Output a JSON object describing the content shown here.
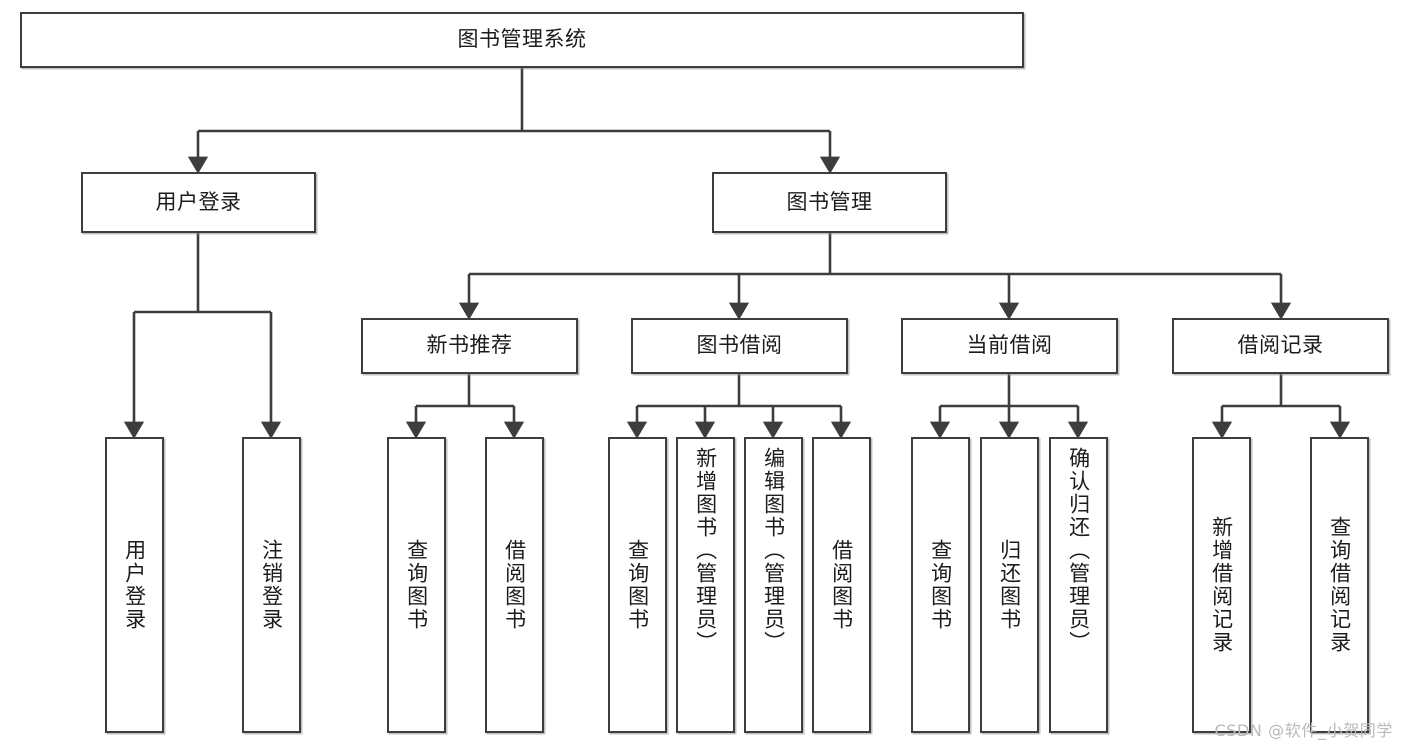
{
  "diagram": {
    "type": "tree-hierarchy-chart",
    "title": "图书管理系统",
    "stroke_color": "#3d3d3d",
    "fill_color": "#ffffff",
    "text_color": "#1c1c1c",
    "levels": [
      {
        "level": 1,
        "nodes": [
          {
            "id": "root",
            "label": "图书管理系统",
            "orientation": "horizontal"
          }
        ]
      },
      {
        "level": 2,
        "nodes": [
          {
            "id": "login",
            "label": "用户登录",
            "orientation": "horizontal",
            "parent": "root"
          },
          {
            "id": "bookmgmt",
            "label": "图书管理",
            "orientation": "horizontal",
            "parent": "root"
          }
        ]
      },
      {
        "level": 3,
        "nodes": [
          {
            "id": "newbook",
            "label": "新书推荐",
            "orientation": "horizontal",
            "parent": "bookmgmt"
          },
          {
            "id": "borrow",
            "label": "图书借阅",
            "orientation": "horizontal",
            "parent": "bookmgmt"
          },
          {
            "id": "current",
            "label": "当前借阅",
            "orientation": "horizontal",
            "parent": "bookmgmt"
          },
          {
            "id": "records",
            "label": "借阅记录",
            "orientation": "horizontal",
            "parent": "bookmgmt"
          }
        ]
      },
      {
        "level": 4,
        "nodes": [
          {
            "id": "leaf1",
            "label": "用户登录",
            "orientation": "vertical",
            "parent": "login"
          },
          {
            "id": "leaf2",
            "label": "注销登录",
            "orientation": "vertical",
            "parent": "login"
          },
          {
            "id": "leaf3",
            "label": "查询图书",
            "orientation": "vertical",
            "parent": "newbook"
          },
          {
            "id": "leaf4",
            "label": "借阅图书",
            "orientation": "vertical",
            "parent": "newbook"
          },
          {
            "id": "leaf5",
            "label": "查询图书",
            "orientation": "vertical",
            "parent": "borrow"
          },
          {
            "id": "leaf6",
            "label": "新增图书（管理员）",
            "orientation": "vertical",
            "parent": "borrow"
          },
          {
            "id": "leaf7",
            "label": "编辑图书（管理员）",
            "orientation": "vertical",
            "parent": "borrow"
          },
          {
            "id": "leaf8",
            "label": "借阅图书",
            "orientation": "vertical",
            "parent": "borrow"
          },
          {
            "id": "leaf9",
            "label": "查询图书",
            "orientation": "vertical",
            "parent": "current"
          },
          {
            "id": "leaf10",
            "label": "归还图书",
            "orientation": "vertical",
            "parent": "current"
          },
          {
            "id": "leaf11",
            "label": "确认归还（管理员）",
            "orientation": "vertical",
            "parent": "current"
          },
          {
            "id": "leaf12",
            "label": "新增借阅记录",
            "orientation": "vertical",
            "parent": "records"
          },
          {
            "id": "leaf13",
            "label": "查询借阅记录",
            "orientation": "vertical",
            "parent": "records"
          }
        ]
      }
    ]
  },
  "watermark": {
    "text": "CSDN @软件_小贺同学"
  }
}
